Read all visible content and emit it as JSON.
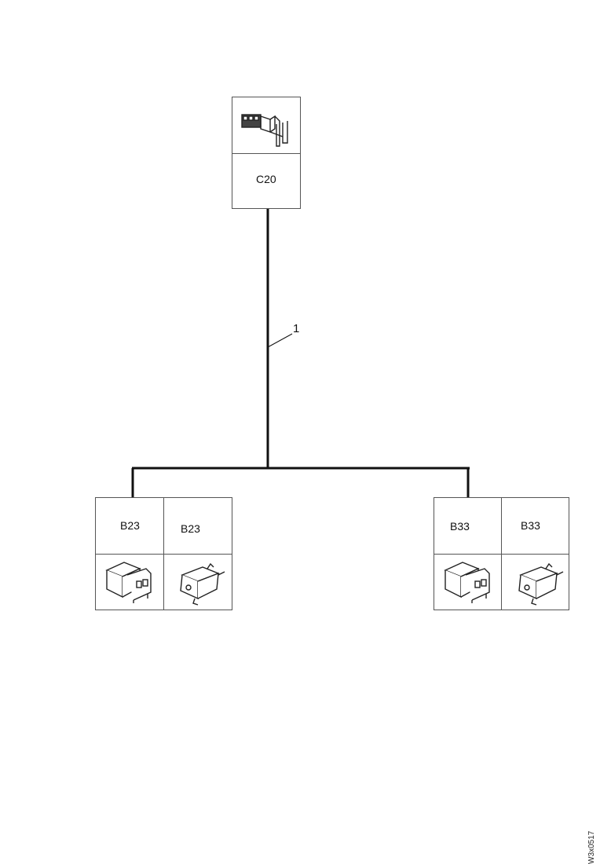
{
  "diagram": {
    "top_connector": {
      "label": "C20",
      "icon": "harness-connector-icon"
    },
    "wire_callout": "1",
    "left_group": {
      "labels": [
        "B23",
        "B23"
      ],
      "icons": [
        "connector-housing-icon",
        "component-plug-icon"
      ]
    },
    "right_group": {
      "labels": [
        "B33",
        "B33"
      ],
      "icons": [
        "connector-housing-icon",
        "component-plug-icon"
      ]
    },
    "drawing_id": "W3x0517",
    "colors": {
      "line": "#111111",
      "border": "#555555",
      "background": "#ffffff"
    }
  }
}
